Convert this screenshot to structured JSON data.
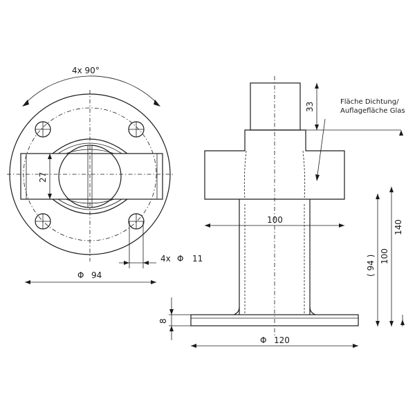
{
  "top_view": {
    "angle_label": "4x  90°",
    "height_label": "27",
    "holes_label_prefix": "4x",
    "holes_label_dia": "11",
    "outer_dia_label": "94"
  },
  "side_view": {
    "top_height_label": "33",
    "note_line1": "Fläche Dichtung/",
    "note_line2": "Auflagefläche Glas",
    "width_label": "100",
    "height_140_label": "140",
    "height_100_label": "100",
    "ref_94_label": "( 94 )",
    "base_height_label": "8",
    "base_dia_label": "120"
  },
  "symbols": {
    "diameter": "Φ"
  }
}
